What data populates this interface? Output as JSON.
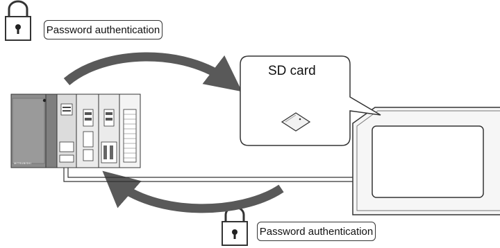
{
  "labels": {
    "password_top": "Password authentication",
    "password_bottom": "Password authentication"
  },
  "sd_callout": {
    "title": "SD card"
  },
  "plc": {
    "brand_text": "MITSUBISHI"
  },
  "icons": {
    "lock": "padlock-icon",
    "sd_card": "sd-card-icon"
  },
  "colors": {
    "arrow": "#595959",
    "plc_dark": "#8c8c8c",
    "plc_light": "#dcdcdc",
    "outline": "#333333"
  }
}
